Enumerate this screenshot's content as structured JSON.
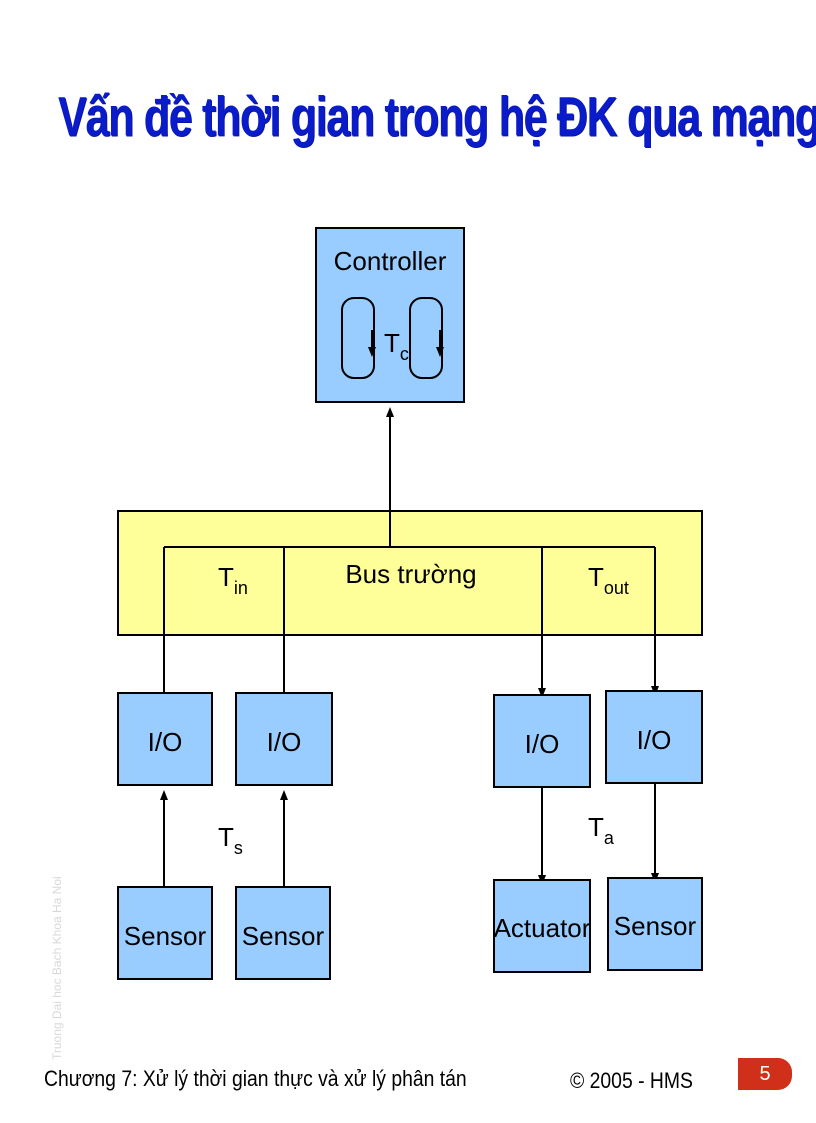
{
  "title": "Vấn đề thời gian trong hệ ĐK qua mạng",
  "diagram": {
    "controller": {
      "label": "Controller",
      "tc_main": "T",
      "tc_sub": "c"
    },
    "bus": {
      "label": "Bus trường",
      "tin_main": "T",
      "tin_sub": "in",
      "tout_main": "T",
      "tout_sub": "out"
    },
    "io_boxes": [
      "I/O",
      "I/O",
      "I/O",
      "I/O"
    ],
    "ts": {
      "main": "T",
      "sub": "s"
    },
    "ta": {
      "main": "T",
      "sub": "a"
    },
    "devices": [
      "Sensor",
      "Sensor",
      "Actuator",
      "Sensor"
    ]
  },
  "watermark": "Truong Dai hoc Bach Khoa Ha Noi",
  "footer": {
    "chapter": "Chương 7: Xử lý thời gian thực và xử lý phân tán",
    "copyright": "© 2005 - HMS",
    "page": "5"
  },
  "colors": {
    "title": "#0a1cc9",
    "box": "#99ccff",
    "bus": "#ffff99",
    "badge": "#d0301a"
  }
}
